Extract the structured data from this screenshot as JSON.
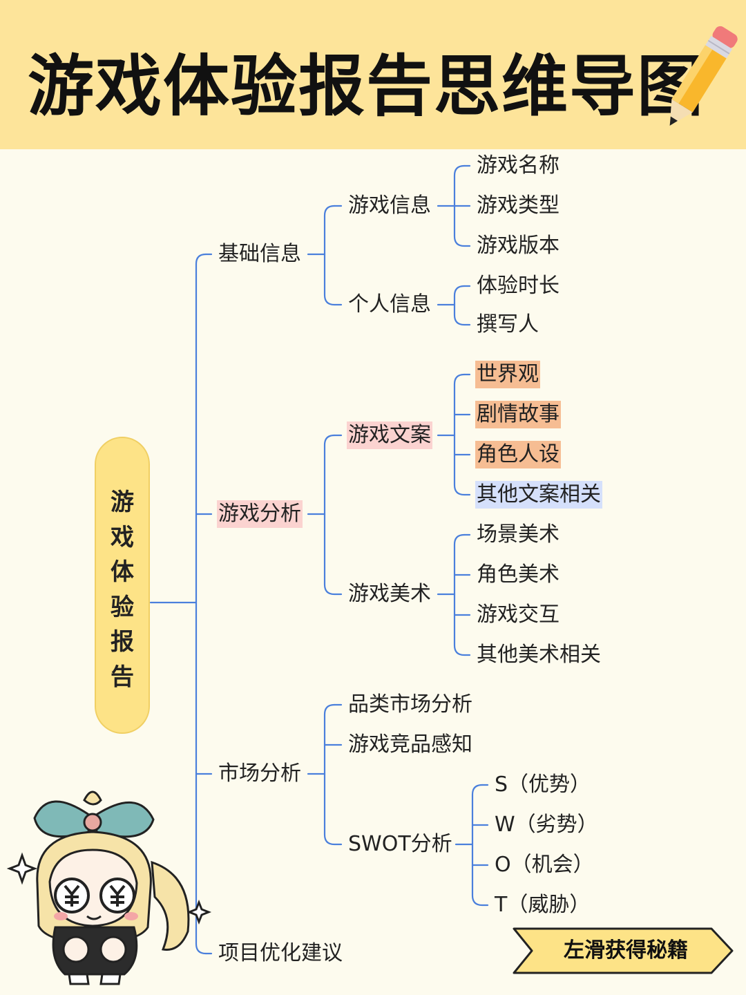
{
  "title": "游戏体验报告思维导图",
  "root_lines": [
    "游",
    "戏",
    "体",
    "验",
    "报",
    "告"
  ],
  "categories": {
    "basic": "基础信息",
    "analysis": "游戏分析",
    "market": "市场分析",
    "optimize": "项目优化建议"
  },
  "basic": {
    "game_info": "游戏信息",
    "game_info_items": [
      "游戏名称",
      "游戏类型",
      "游戏版本"
    ],
    "personal_info": "个人信息",
    "personal_info_items": [
      "体验时长",
      "撰写人"
    ]
  },
  "analysis": {
    "copywriting": "游戏文案",
    "copywriting_items": [
      "世界观",
      "剧情故事",
      "角色人设",
      "其他文案相关"
    ],
    "art": "游戏美术",
    "art_items": [
      "场景美术",
      "角色美术",
      "游戏交互",
      "其他美术相关"
    ]
  },
  "market": {
    "category_market": "品类市场分析",
    "competitors": "游戏竞品感知",
    "swot": "SWOT分析",
    "swot_items": [
      "S（优势）",
      "W（劣势）",
      "O（机会）",
      "T（威胁）"
    ]
  },
  "cta": "左滑获得秘籍",
  "colors": {
    "header_bg": "#fde49a",
    "page_bg": "#fdfbee",
    "connector": "#4a7fdc",
    "highlight_pink": "#fbd3d0",
    "highlight_orange": "#f6bd93",
    "highlight_blue": "#d5e0fb",
    "root_fill": "#fde387"
  },
  "icons": [
    "pencil-icon",
    "mascot-illustration"
  ]
}
